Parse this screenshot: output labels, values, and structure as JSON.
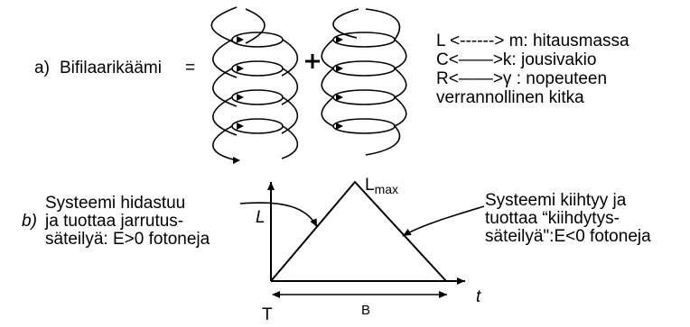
{
  "part_a": {
    "label": "a)",
    "name": "Bifilaarikäämi",
    "equals": "=",
    "plus": "+",
    "analogies": [
      "L <------> m: hitausmassa",
      "C<——>k:  jousivakio",
      "R<——>γ : nopeuteen",
      "verrannollinen kitka"
    ]
  },
  "part_b": {
    "label": "b)",
    "left_text": [
      "Systeemi hidastuu",
      "ja tuottaa jarrutus-",
      "säteilyä: E>0 fotoneja"
    ],
    "right_text": [
      "Systeemi kiihtyy ja",
      "tuottaa “kiihdytys-",
      "säteilyä\":E<0 fotoneja"
    ],
    "y_axis_label": "L",
    "peak_label_main": "L",
    "peak_label_sub": "max",
    "x_axis_label": "t",
    "base_label": "B",
    "start_label": "T"
  },
  "colors": {
    "ink": "#000000",
    "background": "#ffffff"
  }
}
